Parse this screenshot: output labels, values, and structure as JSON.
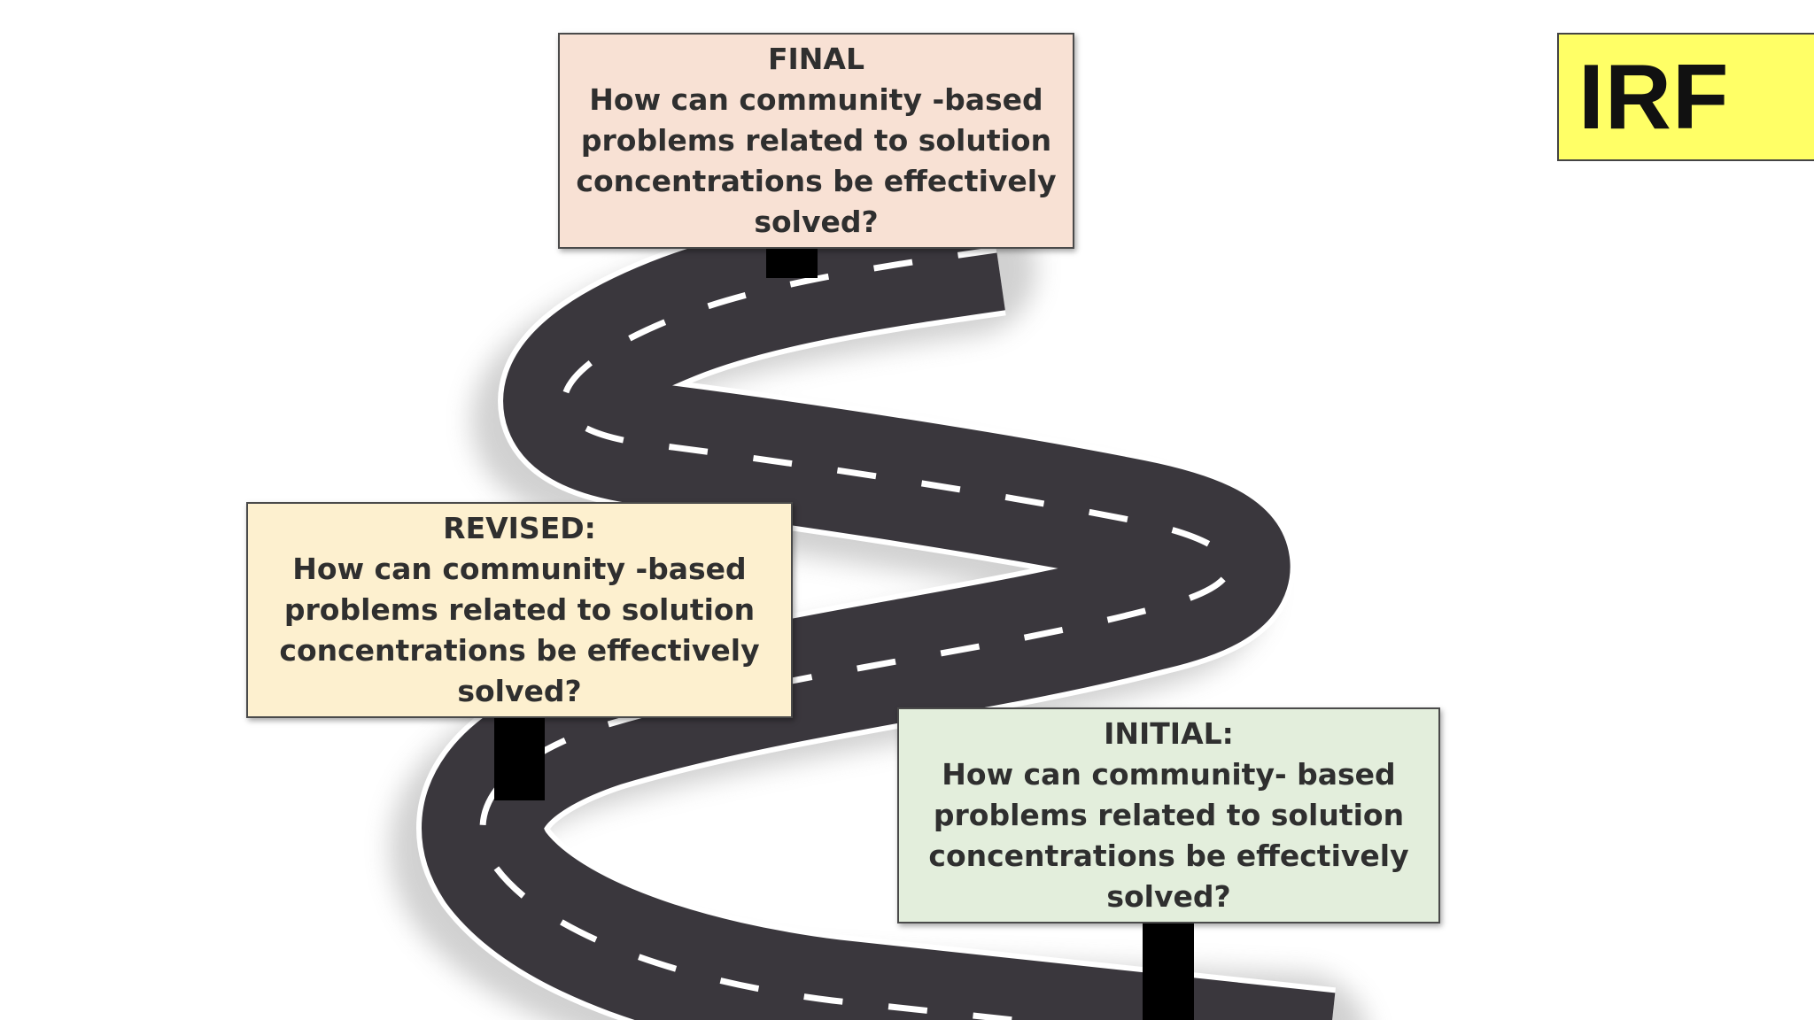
{
  "badge": {
    "text": "IRF",
    "background": "#ffff66"
  },
  "signs": {
    "final": {
      "label": "FINAL",
      "question": "How can community -based problems related to solution concentrations be effectively solved?",
      "background": "#f8e1d4"
    },
    "revised": {
      "label": "REVISED:",
      "question": "How can community -based problems related to solution concentrations be effectively solved?",
      "background": "#fdf0cf"
    },
    "initial": {
      "label": "INITIAL:",
      "question": "How can community- based problems related to solution concentrations be effectively solved?",
      "background": "#e3eedc"
    }
  },
  "colors": {
    "road": "#3a373d",
    "road_edge": "#ffffff",
    "lane_marking": "#ffffff",
    "sign_post": "#000000"
  }
}
